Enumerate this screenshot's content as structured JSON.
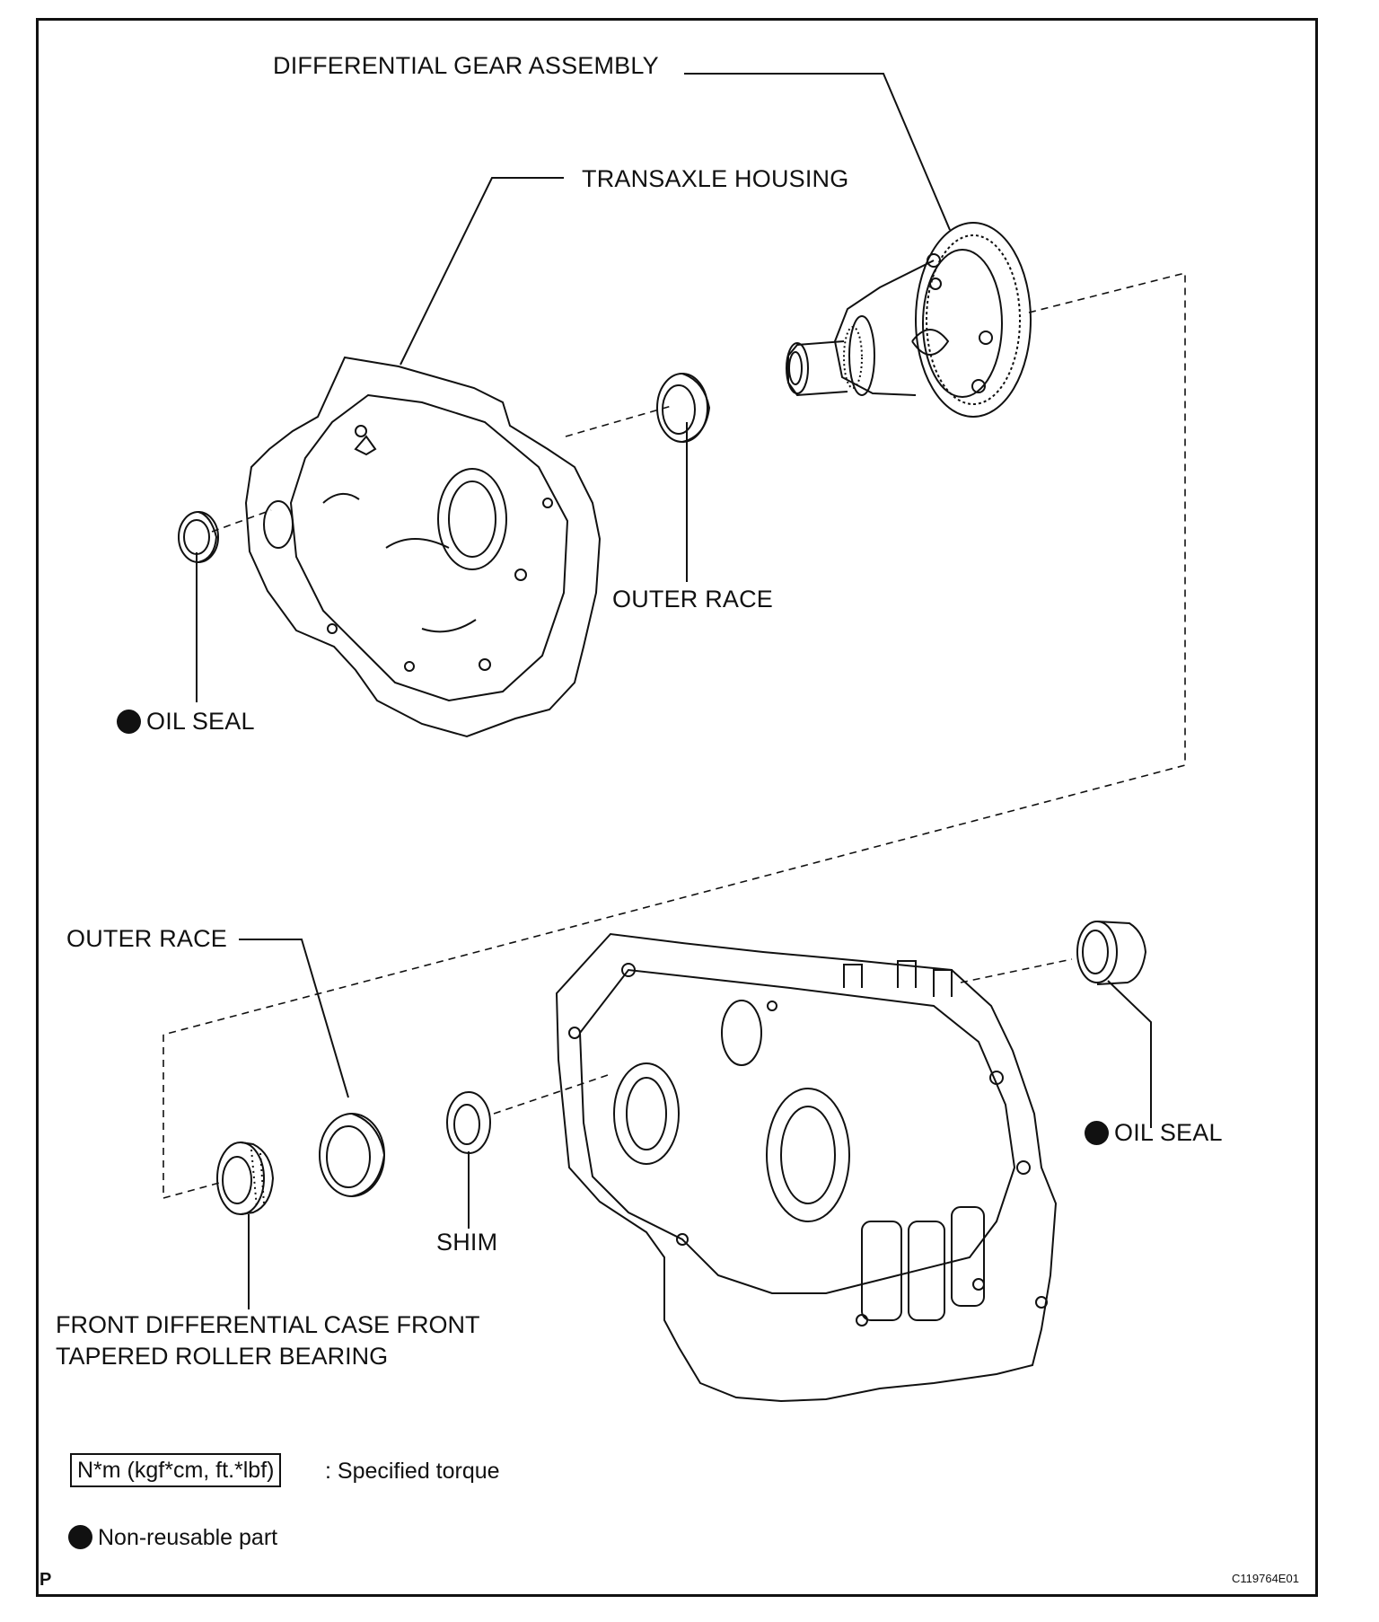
{
  "labels": {
    "differential_gear_assembly": "DIFFERENTIAL GEAR ASSEMBLY",
    "transaxle_housing": "TRANSAXLE HOUSING",
    "outer_race_top": "OUTER RACE",
    "oil_seal_left": "OIL SEAL",
    "outer_race_bottom": "OUTER RACE",
    "oil_seal_right": "OIL SEAL",
    "shim": "SHIM",
    "bearing_line1": "FRONT DIFFERENTIAL CASE FRONT",
    "bearing_line2": "TAPERED ROLLER BEARING"
  },
  "legend": {
    "torque_unit": "N*m (kgf*cm, ft.*lbf)",
    "torque_desc": ": Specified torque",
    "non_reusable": "Non-reusable part"
  },
  "corner_mark": "P",
  "figure_code": "C119764E01"
}
